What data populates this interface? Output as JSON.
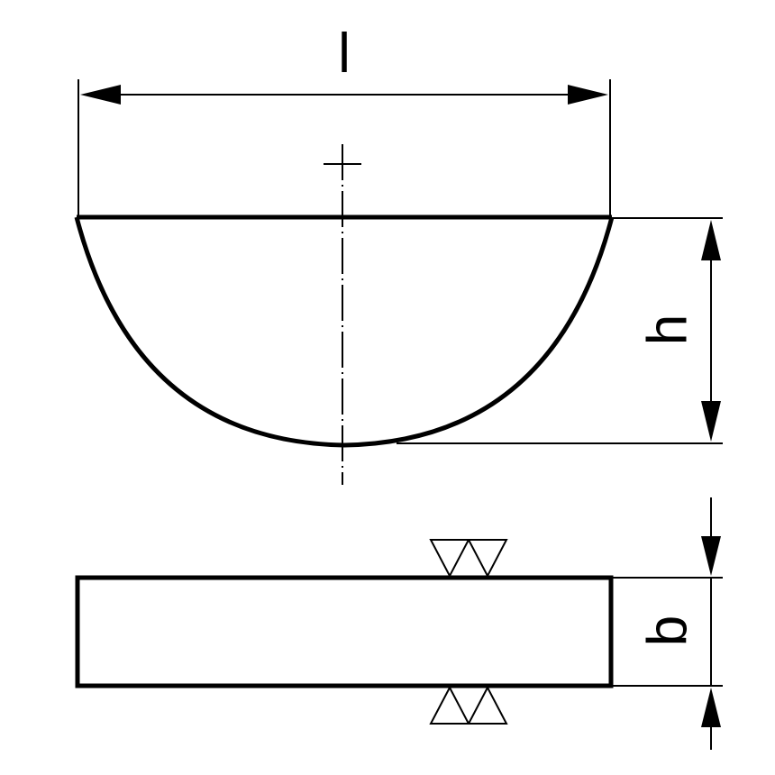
{
  "labels": {
    "length": "l",
    "height": "h",
    "width": "b"
  },
  "colors": {
    "line": "#000000",
    "background": "#ffffff"
  }
}
